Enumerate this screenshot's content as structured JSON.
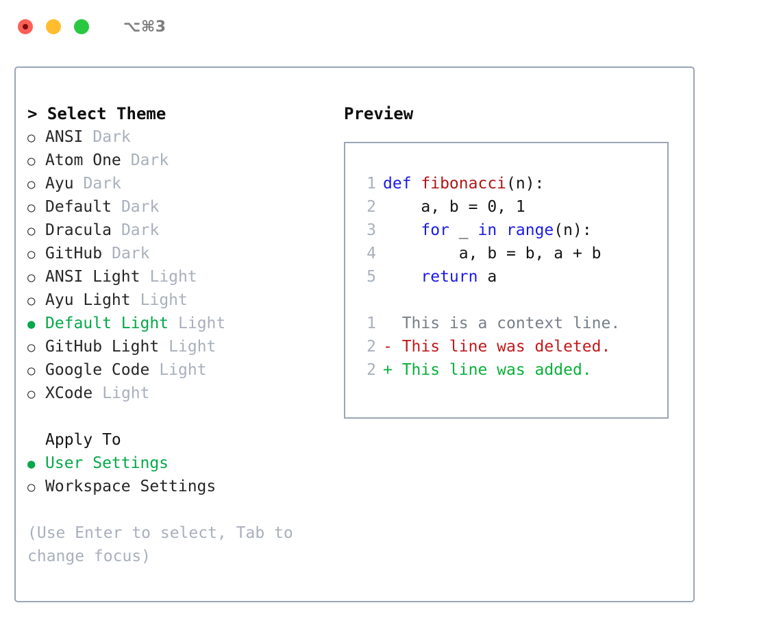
{
  "window": {
    "title": "⌥⌘3",
    "traffic_lights": [
      {
        "name": "close",
        "color": "#ff5f57"
      },
      {
        "name": "minimize",
        "color": "#ffbd2e"
      },
      {
        "name": "maximize",
        "color": "#28c840"
      }
    ]
  },
  "theme_picker": {
    "heading": "> Select Theme",
    "selected_bullet": "●",
    "unselected_bullet": "○",
    "items": [
      {
        "name": "ANSI",
        "kind": "Dark",
        "selected": false
      },
      {
        "name": "Atom One",
        "kind": "Dark",
        "selected": false
      },
      {
        "name": "Ayu",
        "kind": "Dark",
        "selected": false
      },
      {
        "name": "Default",
        "kind": "Dark",
        "selected": false
      },
      {
        "name": "Dracula",
        "kind": "Dark",
        "selected": false
      },
      {
        "name": "GitHub",
        "kind": "Dark",
        "selected": false
      },
      {
        "name": "ANSI Light",
        "kind": "Light",
        "selected": false
      },
      {
        "name": "Ayu Light",
        "kind": "Light",
        "selected": false
      },
      {
        "name": "Default Light",
        "kind": "Light",
        "selected": true
      },
      {
        "name": "GitHub Light",
        "kind": "Light",
        "selected": false
      },
      {
        "name": "Google Code",
        "kind": "Light",
        "selected": false
      },
      {
        "name": "XCode",
        "kind": "Light",
        "selected": false
      }
    ]
  },
  "apply_to": {
    "heading": "Apply To",
    "options": [
      {
        "label": "User Settings",
        "selected": true
      },
      {
        "label": "Workspace Settings",
        "selected": false
      }
    ]
  },
  "hint": "(Use Enter to select, Tab to change focus)",
  "preview": {
    "heading": "Preview",
    "code_lines": [
      {
        "num": "1",
        "tokens": [
          {
            "text": "def ",
            "type": "kw"
          },
          {
            "text": "fibonacci",
            "type": "fn"
          },
          {
            "text": "(n):",
            "type": "plain"
          }
        ]
      },
      {
        "num": "2",
        "tokens": [
          {
            "text": "    a, b = 0, 1",
            "type": "plain"
          }
        ]
      },
      {
        "num": "3",
        "tokens": [
          {
            "text": "    ",
            "type": "plain"
          },
          {
            "text": "for",
            "type": "kw"
          },
          {
            "text": " _ ",
            "type": "plain"
          },
          {
            "text": "in",
            "type": "kw"
          },
          {
            "text": " ",
            "type": "plain"
          },
          {
            "text": "range",
            "type": "kw"
          },
          {
            "text": "(n):",
            "type": "plain"
          }
        ]
      },
      {
        "num": "4",
        "tokens": [
          {
            "text": "        a, b = b, a + b",
            "type": "plain"
          }
        ]
      },
      {
        "num": "5",
        "tokens": [
          {
            "text": "    ",
            "type": "plain"
          },
          {
            "text": "return",
            "type": "kw"
          },
          {
            "text": " a",
            "type": "plain"
          }
        ]
      }
    ],
    "diff_lines": [
      {
        "num": "1",
        "text": "  This is a context line.",
        "type": "ctx"
      },
      {
        "num": "2",
        "text": "- This line was deleted.",
        "type": "del"
      },
      {
        "num": "2",
        "text": "+ This line was added.",
        "type": "add"
      }
    ]
  },
  "colors": {
    "accent_green": "#06a84a",
    "border": "#9aa5b5",
    "muted": "#a8b0bd",
    "keyword_blue": "#1a1ae6",
    "function_red": "#b01717",
    "diff_add": "#0ab03a",
    "diff_del": "#c2191b"
  }
}
